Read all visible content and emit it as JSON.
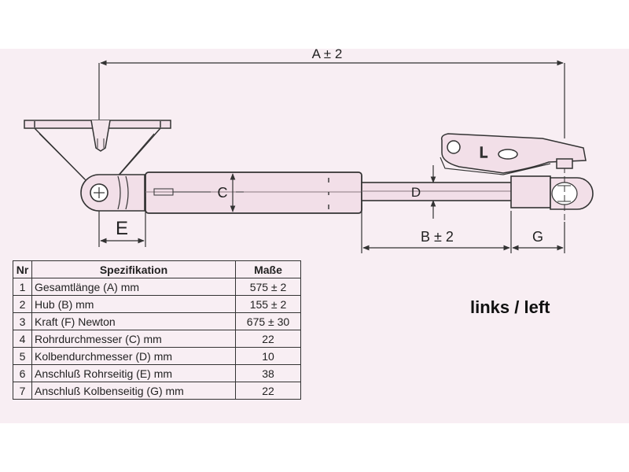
{
  "drawing": {
    "dimensions": {
      "overall_length": "A ± 2",
      "tube_diameter": "C",
      "rod_diameter": "D",
      "tube_end_fitting": "E",
      "stroke": "B ± 2",
      "rod_end_fitting": "G",
      "bracket_letter": "L"
    }
  },
  "table": {
    "headers": {
      "nr": "Nr",
      "spec": "Spezifikation",
      "value": "Maße"
    },
    "rows": [
      {
        "nr": "1",
        "spec": "Gesamtlänge (A) mm",
        "value": "575 ± 2"
      },
      {
        "nr": "2",
        "spec": "Hub (B)  mm",
        "value": "155 ± 2"
      },
      {
        "nr": "3",
        "spec": "Kraft (F) Newton",
        "value": "675 ± 30"
      },
      {
        "nr": "4",
        "spec": "Rohrdurchmesser (C) mm",
        "value": "22"
      },
      {
        "nr": "5",
        "spec": "Kolbendurchmesser (D) mm",
        "value": "10"
      },
      {
        "nr": "6",
        "spec": "Anschluß Rohrseitig (E) mm",
        "value": "38"
      },
      {
        "nr": "7",
        "spec": "Anschluß Kolbenseitig (G) mm",
        "value": "22"
      }
    ]
  },
  "side_label": "links / left"
}
